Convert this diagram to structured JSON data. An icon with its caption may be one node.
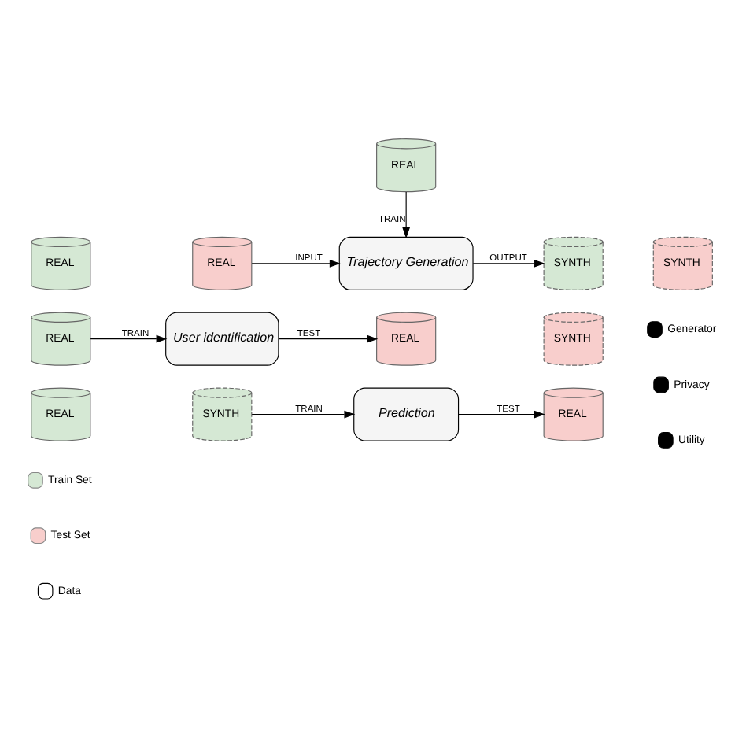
{
  "diagram": {
    "nodes": [
      {
        "text": [
          "REAL"
        ]
      },
      {
        "text": [
          "REAL"
        ]
      },
      {
        "text": [
          "REAL"
        ]
      },
      {
        "text": [
          "Trajectory Generation"
        ]
      },
      {
        "text": [
          "SYNTH"
        ]
      },
      {
        "text": [
          "SYNTH"
        ]
      },
      {
        "text": [
          "REAL"
        ]
      },
      {
        "text": [
          "User identification"
        ]
      },
      {
        "text": [
          "REAL"
        ]
      },
      {
        "text": [
          "SYNTH"
        ]
      },
      {
        "text": [
          "REAL"
        ]
      },
      {
        "text": [
          "SYNTH"
        ]
      },
      {
        "text": [
          "Prediction"
        ]
      },
      {
        "text": [
          "REAL"
        ]
      }
    ],
    "edges": [
      {
        "from": 0,
        "to": 3,
        "arrow": "to",
        "label": "TRAIN"
      },
      {
        "from": 2,
        "to": 3,
        "arrow": "to",
        "label": "INPUT"
      },
      {
        "from": 3,
        "to": 4,
        "arrow": "to",
        "label": "OUTPUT"
      },
      {
        "from": 6,
        "to": 7,
        "arrow": "to",
        "label": "TRAIN"
      },
      {
        "from": 7,
        "to": 8,
        "arrow": "to",
        "label": "TEST"
      },
      {
        "from": 11,
        "to": 12,
        "arrow": "to",
        "label": "TRAIN"
      },
      {
        "from": 12,
        "to": 13,
        "arrow": "to",
        "label": "TEST"
      }
    ],
    "legend": [
      {
        "text": "Train Set",
        "color": "#d5e8d4"
      },
      {
        "text": "Test Set",
        "color": "#f8cecc"
      },
      {
        "text": "Data"
      },
      {
        "text": "Generator"
      },
      {
        "text": "Privacy"
      },
      {
        "text": "Utility"
      }
    ]
  }
}
